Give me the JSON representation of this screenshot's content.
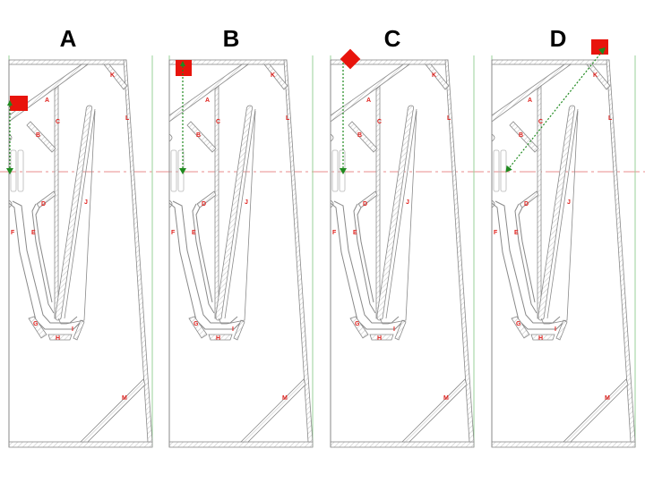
{
  "panels": [
    {
      "title": "A",
      "marker": "square-left"
    },
    {
      "title": "B",
      "marker": "square-corner"
    },
    {
      "title": "C",
      "marker": "diamond-corner"
    },
    {
      "title": "D",
      "marker": "square-right"
    }
  ],
  "segment_labels": [
    "A",
    "B",
    "C",
    "D",
    "E",
    "F",
    "G",
    "H",
    "I",
    "J",
    "K",
    "L",
    "M"
  ],
  "colors": {
    "wall": "#8a8a8a",
    "hatch": "#c8c8c8",
    "label": "#e0201c",
    "marker": "#e8140c",
    "arrow": "#1f8a1f",
    "centerline": "#e46a6a",
    "guide": "#9ad09a",
    "title": "#000000"
  }
}
